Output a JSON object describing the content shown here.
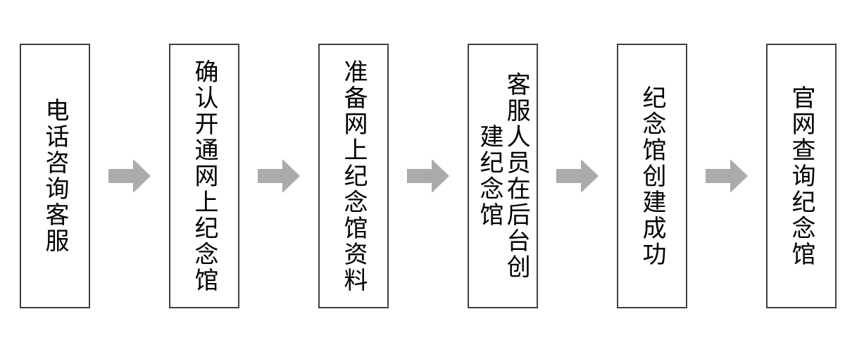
{
  "diagram": {
    "type": "horizontal-process-flow",
    "orientation": "left-to-right",
    "text_direction": "vertical-rl",
    "colors": {
      "box_border": "#404040",
      "box_fill": "#ffffff",
      "text": "#000000",
      "arrow": "#ababab",
      "background": "#ffffff"
    },
    "steps": [
      {
        "index": 1,
        "label": "电话咨询客服"
      },
      {
        "index": 2,
        "label": "确认开通网上纪念馆"
      },
      {
        "index": 3,
        "label": "准备网上纪念馆资料"
      },
      {
        "index": 4,
        "label": "客服人员在后台创建纪念馆"
      },
      {
        "index": 5,
        "label": "纪念馆创建成功"
      },
      {
        "index": 6,
        "label": "官网查询纪念馆"
      }
    ],
    "connectors": [
      {
        "index": 1,
        "icon": "arrow-right-icon",
        "from": 1,
        "to": 2
      },
      {
        "index": 2,
        "icon": "arrow-right-icon",
        "from": 2,
        "to": 3
      },
      {
        "index": 3,
        "icon": "arrow-right-icon",
        "from": 3,
        "to": 4
      },
      {
        "index": 4,
        "icon": "arrow-right-icon",
        "from": 4,
        "to": 5
      },
      {
        "index": 5,
        "icon": "arrow-right-icon",
        "from": 5,
        "to": 6
      }
    ]
  }
}
